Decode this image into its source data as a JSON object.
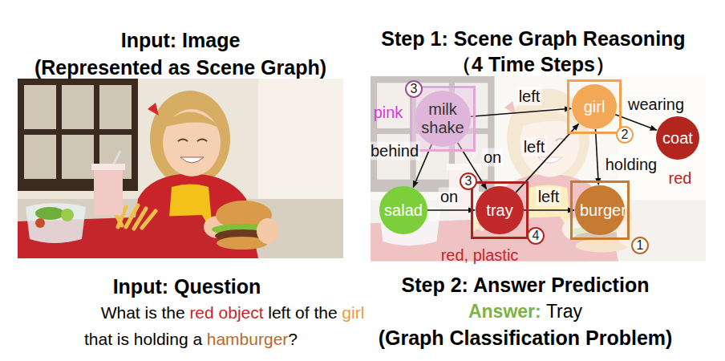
{
  "diagram": {
    "nodes": [
      {
        "text": [
          "milk shake"
        ]
      },
      {
        "text": [
          "girl"
        ]
      },
      {
        "text": [
          "coat"
        ]
      },
      {
        "text": [
          "salad"
        ]
      },
      {
        "text": [
          "tray"
        ]
      },
      {
        "text": [
          "burger"
        ]
      }
    ],
    "edges": [
      {
        "from": 0,
        "to": 1,
        "arrow": "to",
        "label": "left"
      },
      {
        "from": 1,
        "to": 2,
        "arrow": "to",
        "label": "wearing"
      },
      {
        "from": 0,
        "to": 3,
        "arrow": "to",
        "label": "behind"
      },
      {
        "from": 0,
        "to": 4,
        "arrow": "to",
        "label": "on"
      },
      {
        "from": 3,
        "to": 4,
        "arrow": "to",
        "label": "on"
      },
      {
        "from": 4,
        "to": 1,
        "arrow": "to",
        "label": "left"
      },
      {
        "from": 4,
        "to": 5,
        "arrow": "to",
        "label": "left"
      },
      {
        "from": 1,
        "to": 5,
        "arrow": "to",
        "label": "holding"
      }
    ],
    "labels": [
      "Input: Image",
      "(Represented as Scene Graph)",
      "Step 1: Scene Graph Reasoning",
      "（4 Time Steps）",
      "3",
      "pink",
      "2",
      "red",
      "3",
      "4",
      "red, plastic",
      "1",
      "Input: Question",
      "Step 2: Answer Prediction",
      "What is the",
      "red object",
      "left of the",
      "girl",
      "that is holding a",
      "hamburger",
      "?",
      "Answer:",
      "Tray",
      "(Graph Classification Problem)"
    ]
  }
}
